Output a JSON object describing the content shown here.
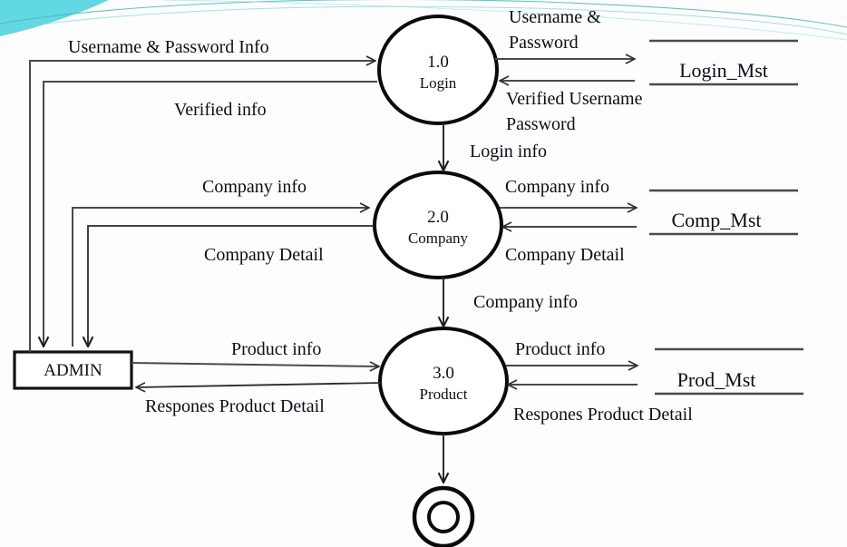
{
  "diagram": {
    "type": "data-flow-diagram",
    "level": "1",
    "background_color": "#fdfdfd",
    "line_color": "#3a3a3a",
    "text_color": "#0d0d17",
    "accent_color": "#5fd7e0",
    "decoration": {
      "name": "corner-swoosh",
      "fill": "#62d8e2",
      "stroke": "#4ea9a6"
    },
    "external_entities": [
      {
        "id": "admin",
        "label": "ADMIN"
      }
    ],
    "processes": [
      {
        "id": "p1",
        "number": "1.0",
        "name": "Login"
      },
      {
        "id": "p2",
        "number": "2.0",
        "name": "Company"
      },
      {
        "id": "p3",
        "number": "3.0",
        "name": "Product"
      }
    ],
    "data_stores": [
      {
        "id": "d1",
        "label": "Login_Mst"
      },
      {
        "id": "d2",
        "label": "Comp_Mst"
      },
      {
        "id": "d3",
        "label": "Prod_Mst"
      }
    ],
    "terminator": {
      "id": "end",
      "shape": "double-circle"
    },
    "flows": [
      {
        "id": "f1",
        "from": "admin",
        "to": "p1",
        "label": "Username & Password Info"
      },
      {
        "id": "f2",
        "from": "p1",
        "to": "admin",
        "label": "Verified info"
      },
      {
        "id": "f3",
        "from": "p1",
        "to": "d1",
        "label": "Username &\nPassword",
        "label_line1": "Username &",
        "label_line2": "Password"
      },
      {
        "id": "f4",
        "from": "d1",
        "to": "p1",
        "label": "Verified Username\nPassword",
        "label_line1": "Verified Username",
        "label_line2": "Password"
      },
      {
        "id": "f5",
        "from": "p1",
        "to": "p2",
        "label": "Login info"
      },
      {
        "id": "f6",
        "from": "admin",
        "to": "p2",
        "label": "Company info"
      },
      {
        "id": "f7",
        "from": "p2",
        "to": "admin",
        "label": "Company Detail"
      },
      {
        "id": "f8",
        "from": "p2",
        "to": "d2",
        "label": "Company info"
      },
      {
        "id": "f9",
        "from": "d2",
        "to": "p2",
        "label": "Company Detail"
      },
      {
        "id": "f10",
        "from": "p2",
        "to": "p3",
        "label": "Company info"
      },
      {
        "id": "f11",
        "from": "admin",
        "to": "p3",
        "label": "Product info"
      },
      {
        "id": "f12",
        "from": "p3",
        "to": "admin",
        "label": "Respones Product Detail"
      },
      {
        "id": "f13",
        "from": "p3",
        "to": "d3",
        "label": "Product info"
      },
      {
        "id": "f14",
        "from": "d3",
        "to": "p3",
        "label": "Respones Product Detail"
      },
      {
        "id": "f15",
        "from": "p3",
        "to": "end",
        "label": ""
      }
    ]
  }
}
